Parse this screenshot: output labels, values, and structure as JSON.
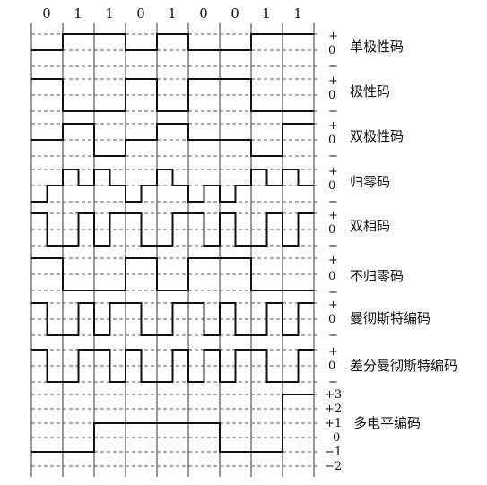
{
  "bits": [
    "0",
    "1",
    "1",
    "0",
    "1",
    "0",
    "0",
    "1",
    "1"
  ],
  "level_labels": {
    "plus": "+",
    "zero": "0",
    "minus": "−"
  },
  "multilevel_labels": [
    "+3",
    "+2",
    "+1",
    "0",
    "−1",
    "−2"
  ],
  "rows": [
    {
      "id": "unipolar",
      "name": "单极性码",
      "pattern": [
        0,
        1,
        1,
        0,
        1,
        0,
        0,
        1,
        1
      ]
    },
    {
      "id": "polar",
      "name": "极性码",
      "pattern": [
        1,
        -1,
        -1,
        1,
        -1,
        1,
        1,
        -1,
        -1
      ]
    },
    {
      "id": "bipolar",
      "name": "双极性码",
      "pattern": [
        0,
        1,
        -1,
        0,
        1,
        0,
        0,
        -1,
        1
      ]
    },
    {
      "id": "rz",
      "name": "归零码",
      "pattern": [
        -1,
        1,
        1,
        -1,
        1,
        -1,
        -1,
        1,
        1
      ]
    },
    {
      "id": "biphase",
      "name": "双相码",
      "pattern": [
        0,
        1,
        1,
        0,
        1,
        0,
        0,
        1,
        1
      ]
    },
    {
      "id": "nrz",
      "name": "不归零码",
      "pattern": [
        1,
        -1,
        -1,
        1,
        -1,
        1,
        1,
        -1,
        -1
      ]
    },
    {
      "id": "manchester",
      "name": "曼彻斯特编码",
      "pattern": [
        0,
        1,
        1,
        0,
        1,
        0,
        0,
        1,
        1
      ]
    },
    {
      "id": "diff-manchester",
      "name": "差分曼彻斯特编码",
      "pattern": [
        0,
        1,
        0,
        0,
        1,
        1,
        1,
        0,
        1
      ]
    },
    {
      "id": "multilevel",
      "name": "多电平编码",
      "pattern": [
        -1,
        -1,
        1,
        1,
        1,
        1,
        -1,
        -1,
        3
      ]
    }
  ]
}
